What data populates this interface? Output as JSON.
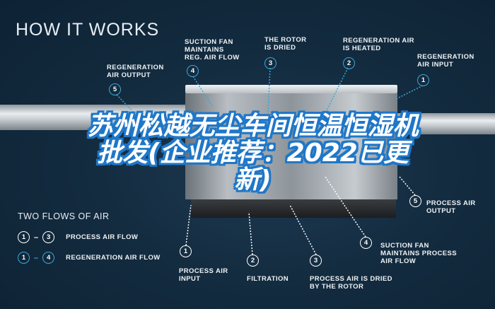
{
  "header": {
    "title": "HOW IT WORKS"
  },
  "overlay_text": "苏州松越无尘车间恒温恒湿机批发(企业推荐：2022已更新)",
  "top_callouts": [
    {
      "num": "5",
      "label": "REGENERATION\nAIR OUTPUT"
    },
    {
      "num": "4",
      "label": "SUCTION FAN\nMAINTAINS\nREG. AIR FLOW"
    },
    {
      "num": "3",
      "label": "THE ROTOR\nIS DRIED"
    },
    {
      "num": "2",
      "label": "REGENERATION AIR\nIS HEATED"
    },
    {
      "num": "1",
      "label": "REGENERATION\nAIR INPUT"
    }
  ],
  "bottom_callouts": [
    {
      "num": "1",
      "label": "PROCESS AIR\nINPUT"
    },
    {
      "num": "2",
      "label": "FILTRATION"
    },
    {
      "num": "3",
      "label": "PROCESS AIR IS DRIED\nBY THE ROTOR"
    },
    {
      "num": "4",
      "label": "SUCTION FAN\nMAINTAINS PROCESS\nAIR FLOW"
    },
    {
      "num": "5",
      "label": "PROCESS AIR\nOUTPUT"
    }
  ],
  "legend": {
    "title": "TWO FLOWS OF AIR",
    "rows": [
      {
        "from": "1",
        "to": "3",
        "dash": "–",
        "label": "PROCESS AIR FLOW",
        "color": "#ffffff"
      },
      {
        "from": "1",
        "to": "4",
        "dash": "–",
        "label": "REGENERATION AIR FLOW",
        "color": "#3aa8d8"
      }
    ]
  },
  "colors": {
    "background": "#142c40",
    "accent_blue": "#3aa8d8",
    "overlay_outline": "#1f77c8"
  }
}
